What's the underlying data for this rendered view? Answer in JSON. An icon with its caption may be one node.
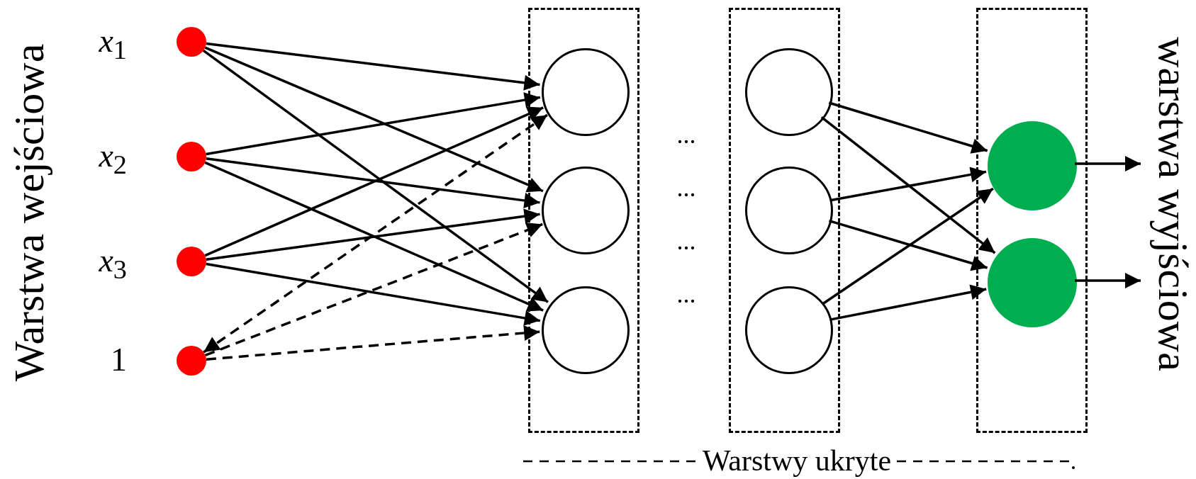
{
  "diagram": {
    "nodes": [
      {
        "text": [],
        "shape": "circle",
        "beside": [
          "*x*$_{1}$"
        ]
      },
      {
        "text": [],
        "shape": "circle",
        "beside": [
          "*x*$_{2}$"
        ]
      },
      {
        "text": [],
        "shape": "circle",
        "beside": [
          "*x*$_{3}$"
        ]
      },
      {
        "text": [],
        "shape": "circle",
        "beside": [
          "1"
        ]
      },
      {
        "text": [],
        "shape": "box"
      },
      {
        "text": [],
        "shape": "circle",
        "in": 4
      },
      {
        "text": [],
        "shape": "circle",
        "in": 4
      },
      {
        "text": [],
        "shape": "circle",
        "in": 4
      },
      {
        "text": [],
        "shape": "box"
      },
      {
        "text": [],
        "shape": "circle",
        "in": 8
      },
      {
        "text": [],
        "shape": "circle",
        "in": 8
      },
      {
        "text": [],
        "shape": "circle",
        "in": 8
      },
      {
        "text": [],
        "shape": "box"
      },
      {
        "text": [],
        "shape": "circle",
        "in": 12
      },
      {
        "text": [],
        "shape": "circle",
        "in": 12
      },
      {
        "text": [
          "warstwa wyjściowa"
        ]
      }
    ],
    "edges": [
      {
        "from": 0,
        "to": 5,
        "arrow": "to"
      },
      {
        "from": 0,
        "to": 6,
        "arrow": "to"
      },
      {
        "from": 0,
        "to": 7,
        "arrow": "to"
      },
      {
        "from": 1,
        "to": 5,
        "arrow": "to"
      },
      {
        "from": 1,
        "to": 6,
        "arrow": "to"
      },
      {
        "from": 1,
        "to": 7,
        "arrow": "to"
      },
      {
        "from": 2,
        "to": 5,
        "arrow": "to"
      },
      {
        "from": 2,
        "to": 6,
        "arrow": "to"
      },
      {
        "from": 2,
        "to": 7,
        "arrow": "to"
      },
      {
        "from": 3,
        "to": 5,
        "arrow": "both",
        "style": "dashed"
      },
      {
        "from": 3,
        "to": 6,
        "arrow": "to",
        "style": "dashed"
      },
      {
        "from": 3,
        "to": 7,
        "arrow": "to",
        "style": "dashed"
      },
      {
        "from": 9,
        "to": 13,
        "arrow": "to"
      },
      {
        "from": 9,
        "to": 14,
        "arrow": "to"
      },
      {
        "from": 10,
        "to": 13,
        "arrow": "to"
      },
      {
        "from": 10,
        "to": 14,
        "arrow": "to"
      },
      {
        "from": 11,
        "to": 13,
        "arrow": "to"
      },
      {
        "from": 11,
        "to": 14,
        "arrow": "to"
      },
      {
        "from": 13,
        "to": 15,
        "arrow": "to"
      },
      {
        "from": 14,
        "to": 15,
        "arrow": "to"
      }
    ],
    "labels": [
      "Warstwa wejściowa",
      "...",
      "...",
      "...",
      "...",
      "Warstwy ukryte"
    ]
  }
}
